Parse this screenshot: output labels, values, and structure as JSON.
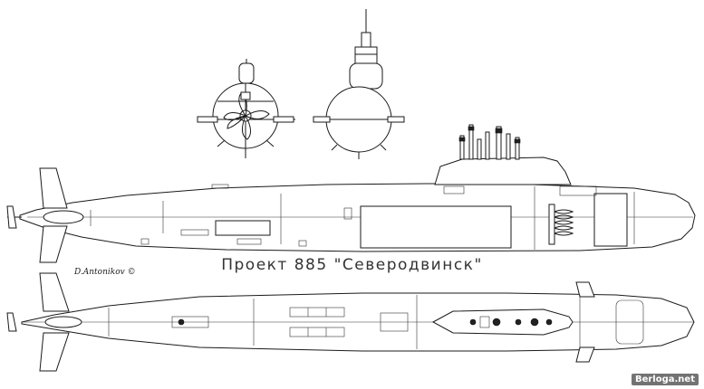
{
  "title": "Проект 885 \"Северодвинск\"",
  "signature": "D.Antonikov ©",
  "watermark": "Berloga.net",
  "views": [
    "front-view",
    "rear-view",
    "side-profile",
    "top-plan"
  ]
}
